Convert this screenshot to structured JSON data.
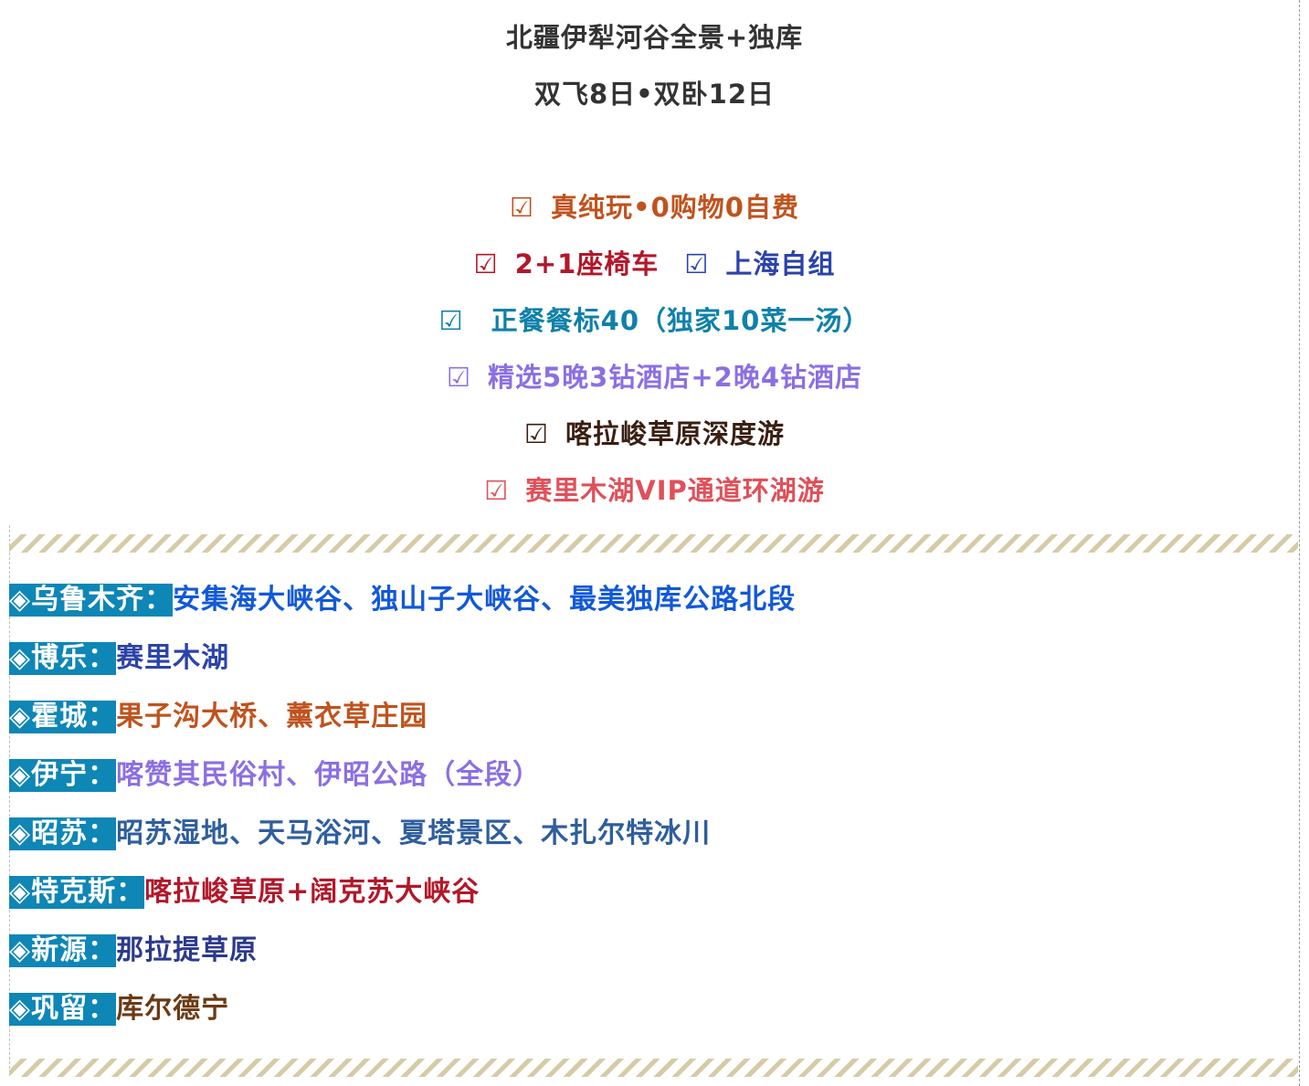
{
  "header": {
    "title": "北疆伊犁河谷全景+独库",
    "subtitle": "双飞8日•双卧12日"
  },
  "colors": {
    "orange": "#c0531e",
    "red": "#b2172a",
    "navy": "#2c43a8",
    "teal": "#0f81a9",
    "lavender": "#8b6fe3",
    "dark_brown": "#3a1f12",
    "salmon": "#e0505a",
    "city_bg": "#0e86b6",
    "divider": "#d6cba7"
  },
  "check_glyph": "☑",
  "features": [
    {
      "text": "真纯玩•0购物0自费"
    },
    {
      "text_a": "2+1座椅车",
      "text_b": "上海自组"
    },
    {
      "text": "正餐餐标40（独家10菜一汤）"
    },
    {
      "text": "精选5晚3钻酒店+2晚4钻酒店"
    },
    {
      "text": "喀拉峻草原深度游"
    },
    {
      "text": "赛里木湖VIP通道环湖游"
    }
  ],
  "routes": [
    {
      "city": "◈乌鲁木齐：",
      "spots": "安集海大峡谷、独山子大峡谷、最美独库公路北段"
    },
    {
      "city": "◈博乐：",
      "spots": "赛里木湖"
    },
    {
      "city": "◈霍城：",
      "spots": "果子沟大桥、薰衣草庄园"
    },
    {
      "city": "◈伊宁：",
      "spots": "喀赞其民俗村、伊昭公路（全段）"
    },
    {
      "city": "◈昭苏：",
      "spots": "昭苏湿地、天马浴河、夏塔景区、木扎尔特冰川"
    },
    {
      "city": "◈特克斯：",
      "spots": "喀拉峻草原+阔克苏大峡谷"
    },
    {
      "city": "◈新源：",
      "spots": "那拉提草原"
    },
    {
      "city": "◈巩留：",
      "spots": "库尔德宁"
    }
  ]
}
